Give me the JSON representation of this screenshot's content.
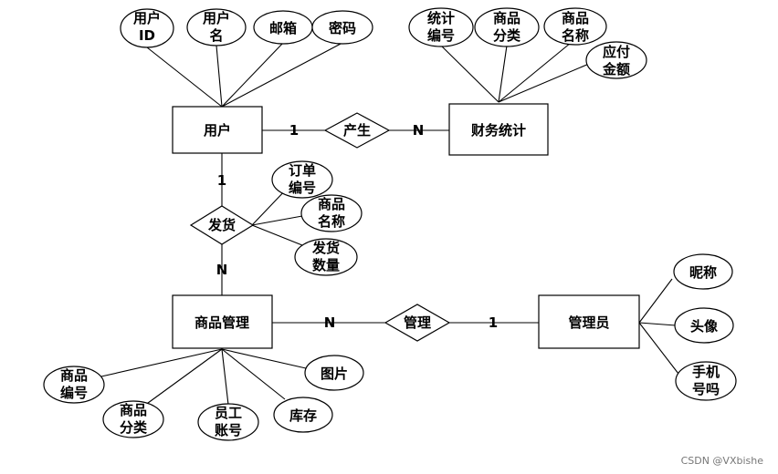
{
  "entities": {
    "user": "用户",
    "finance": "财务统计",
    "product_mgmt": "商品管理",
    "admin": "管理员"
  },
  "relationships": {
    "produce": "产生",
    "ship": "发货",
    "manage": "管理"
  },
  "attributes": {
    "user": [
      [
        "用户",
        "ID"
      ],
      [
        "用户",
        "名"
      ],
      [
        "邮箱"
      ],
      [
        "密码"
      ]
    ],
    "finance": [
      [
        "统计",
        "编号"
      ],
      [
        "商品",
        "分类"
      ],
      [
        "商品",
        "名称"
      ],
      [
        "应付",
        "金额"
      ]
    ],
    "ship": [
      [
        "订单",
        "编号"
      ],
      [
        "商品",
        "名称"
      ],
      [
        "发货",
        "数量"
      ]
    ],
    "product_mgmt": [
      [
        "商品",
        "编号"
      ],
      [
        "商品",
        "分类"
      ],
      [
        "员工",
        "账号"
      ],
      [
        "库存"
      ],
      [
        "图片"
      ]
    ],
    "admin": [
      [
        "昵称"
      ],
      [
        "头像"
      ],
      [
        "手机",
        "号吗"
      ]
    ]
  },
  "cardinalities": {
    "user_produce": "1",
    "produce_finance": "N",
    "user_ship": "1",
    "ship_product": "N",
    "product_manage": "N",
    "manage_admin": "1"
  },
  "watermark": "CSDN @VXbishe"
}
